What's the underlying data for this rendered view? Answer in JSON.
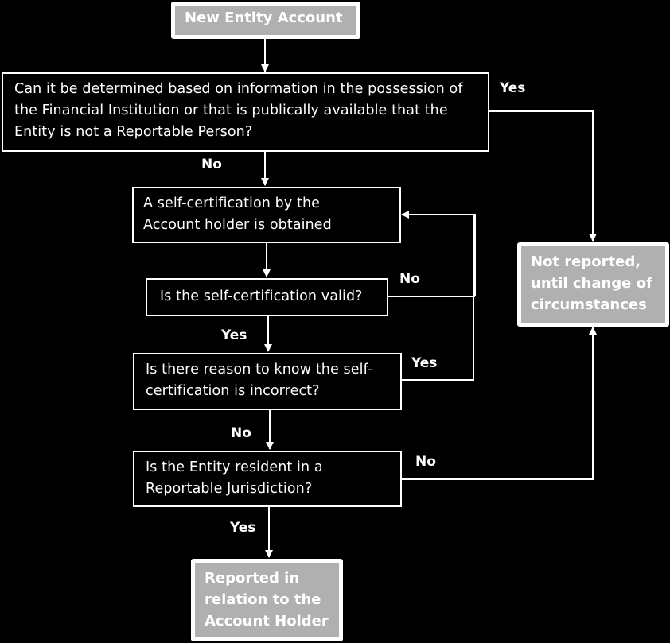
{
  "nodes": {
    "start": "New Entity Account",
    "q1": "Can it be determined based on information in the possession of the Financial Institution or that is publically available that the Entity is not a Reportable Person?",
    "self_cert": "A self-certification by the Account holder  is obtained",
    "q_valid": "Is the self-certification valid?",
    "q_incorrect": "Is there reason to know the self-certification is incorrect?",
    "q_resident": "Is the Entity resident in a Reportable Jurisdiction?",
    "not_reported": "Not reported, until change of circumstances",
    "reported": "Reported in relation to the Account Holder"
  },
  "labels": {
    "q1_yes": "Yes",
    "q1_no": "No",
    "valid_no": "No",
    "valid_yes": "Yes",
    "incorrect_yes": "Yes",
    "incorrect_no": "No",
    "resident_no": "No",
    "resident_yes": "Yes"
  }
}
